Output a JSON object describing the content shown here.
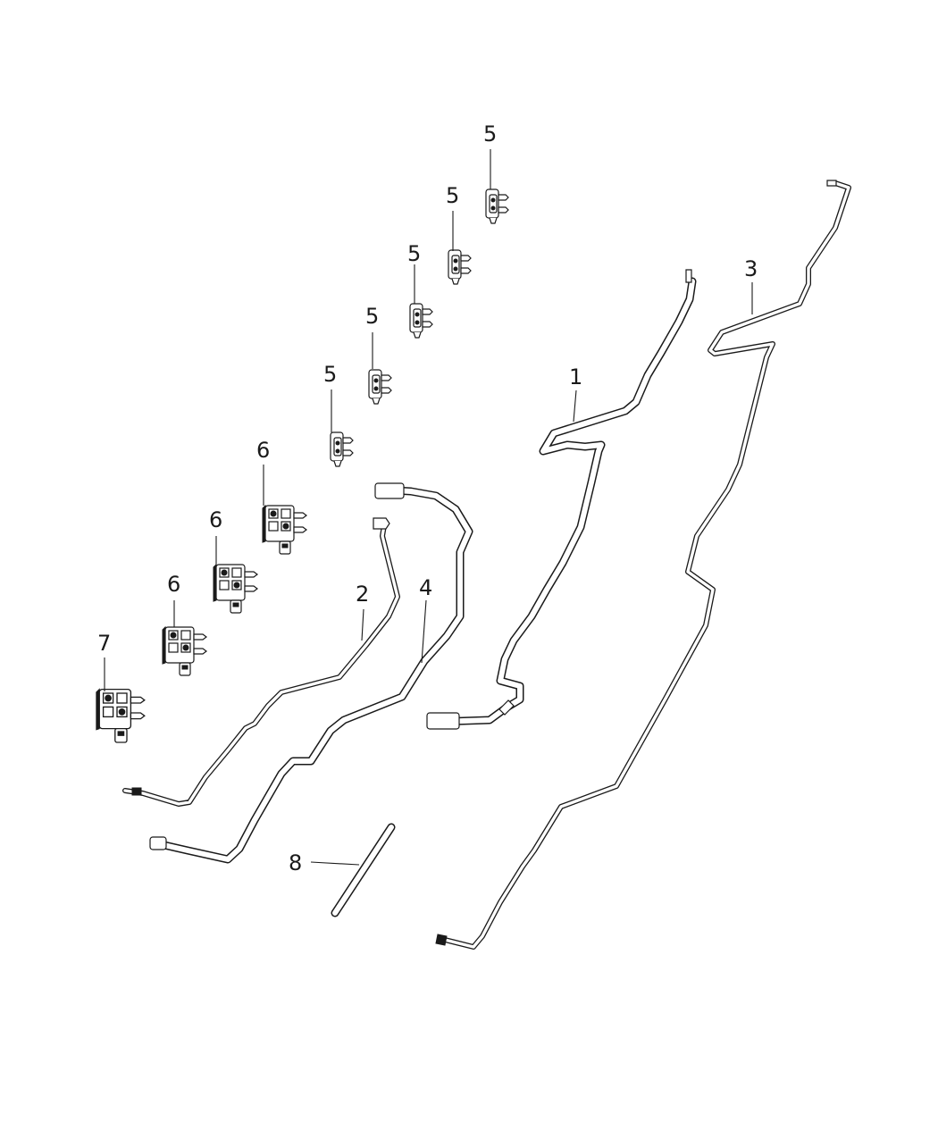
{
  "diagram": {
    "callouts": [
      {
        "id": "c1",
        "label": "1"
      },
      {
        "id": "c2",
        "label": "2"
      },
      {
        "id": "c3",
        "label": "3"
      },
      {
        "id": "c4",
        "label": "4"
      },
      {
        "id": "c5a",
        "label": "5"
      },
      {
        "id": "c5b",
        "label": "5"
      },
      {
        "id": "c5c",
        "label": "5"
      },
      {
        "id": "c5d",
        "label": "5"
      },
      {
        "id": "c5e",
        "label": "5"
      },
      {
        "id": "c6a",
        "label": "6"
      },
      {
        "id": "c6b",
        "label": "6"
      },
      {
        "id": "c6c",
        "label": "6"
      },
      {
        "id": "c7",
        "label": "7"
      },
      {
        "id": "c8",
        "label": "8"
      }
    ]
  }
}
